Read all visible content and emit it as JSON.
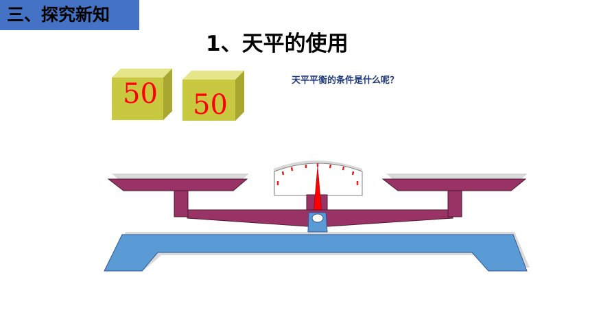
{
  "section_tag": "三、探究新知",
  "slide_title": "1、天平的使用",
  "question": "天平平衡的条件是什么呢？",
  "weights": [
    {
      "label": "50"
    },
    {
      "label": "50"
    }
  ],
  "colors": {
    "tag_background": "#4472C4",
    "weight_front": "#C9C941",
    "weight_top": "#E5E58A",
    "weight_side": "#A8A830",
    "weight_text": "#FF0000",
    "beam_pan": "#993366",
    "base": "#5B9BD5",
    "pointer": "#FF0000"
  }
}
